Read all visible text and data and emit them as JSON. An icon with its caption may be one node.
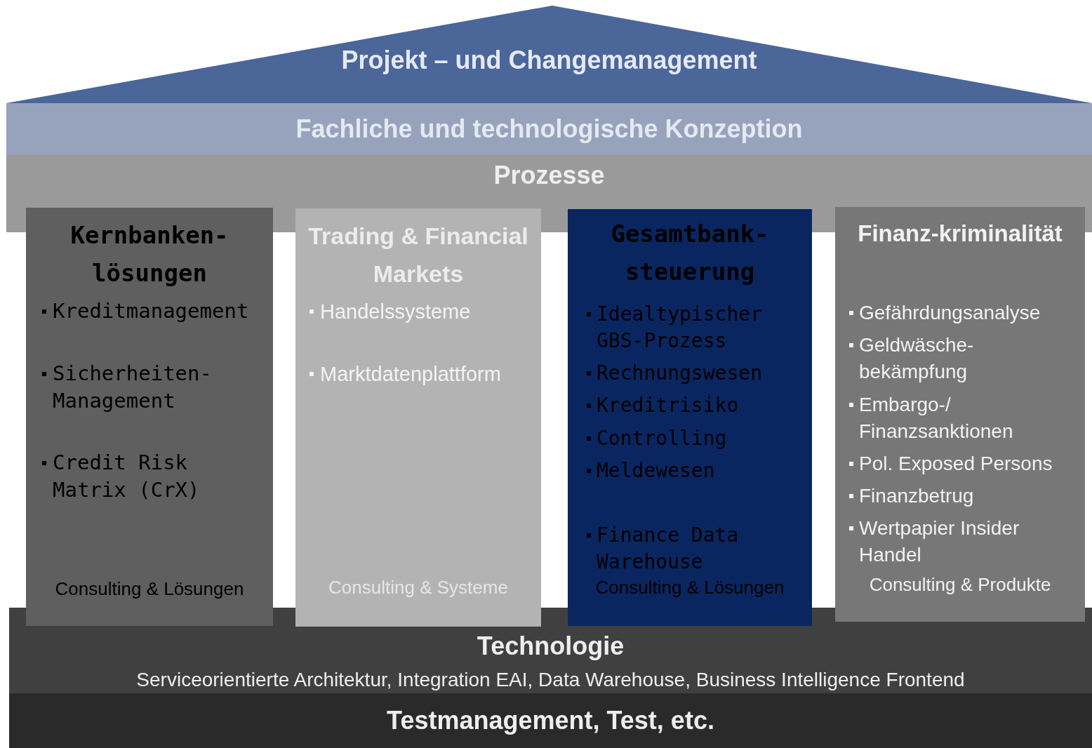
{
  "diagram": {
    "nodes": [
      {
        "text": [
          "Projekt – und Changemanagement"
        ]
      },
      {
        "text": [
          "Fachliche und technologische Konzeption"
        ]
      },
      {
        "text": [
          "Prozesse"
        ]
      },
      {
        "text": [
          "Kernbanken-lösungen",
          "Kreditmanagement",
          "Sicherheiten-Management",
          "Credit Risk Matrix (CrX)",
          "Consulting & Lösungen"
        ]
      },
      {
        "text": [
          "Trading & Financial Markets",
          "Handelssysteme",
          "Marktdatenplattform",
          "Consulting & Systeme"
        ]
      },
      {
        "text": [
          "Gesamtbank-steuerung",
          "Idealtypischer GBS-Prozess",
          "Rechnungswesen",
          "Kreditrisiko",
          "Controlling",
          "Meldewesen",
          "Finance Data Warehouse",
          "Consulting & Lösungen"
        ]
      },
      {
        "text": [
          "Finanz-kriminalität",
          "Gefährdungsanalyse",
          "Geldwäsche-bekämpfung",
          "Embargo-/ Finanzsanktionen",
          "Pol. Exposed Persons",
          "Finanzbetrug",
          "Wertpapier Insider Handel",
          "Consulting & Produkte"
        ]
      },
      {
        "text": [
          "Technologie",
          "Serviceorientierte Architektur, Integration EAI, Data Warehouse, Business Intelligence Frontend"
        ]
      },
      {
        "text": [
          "Testmanagement, Test, etc."
        ]
      }
    ]
  }
}
